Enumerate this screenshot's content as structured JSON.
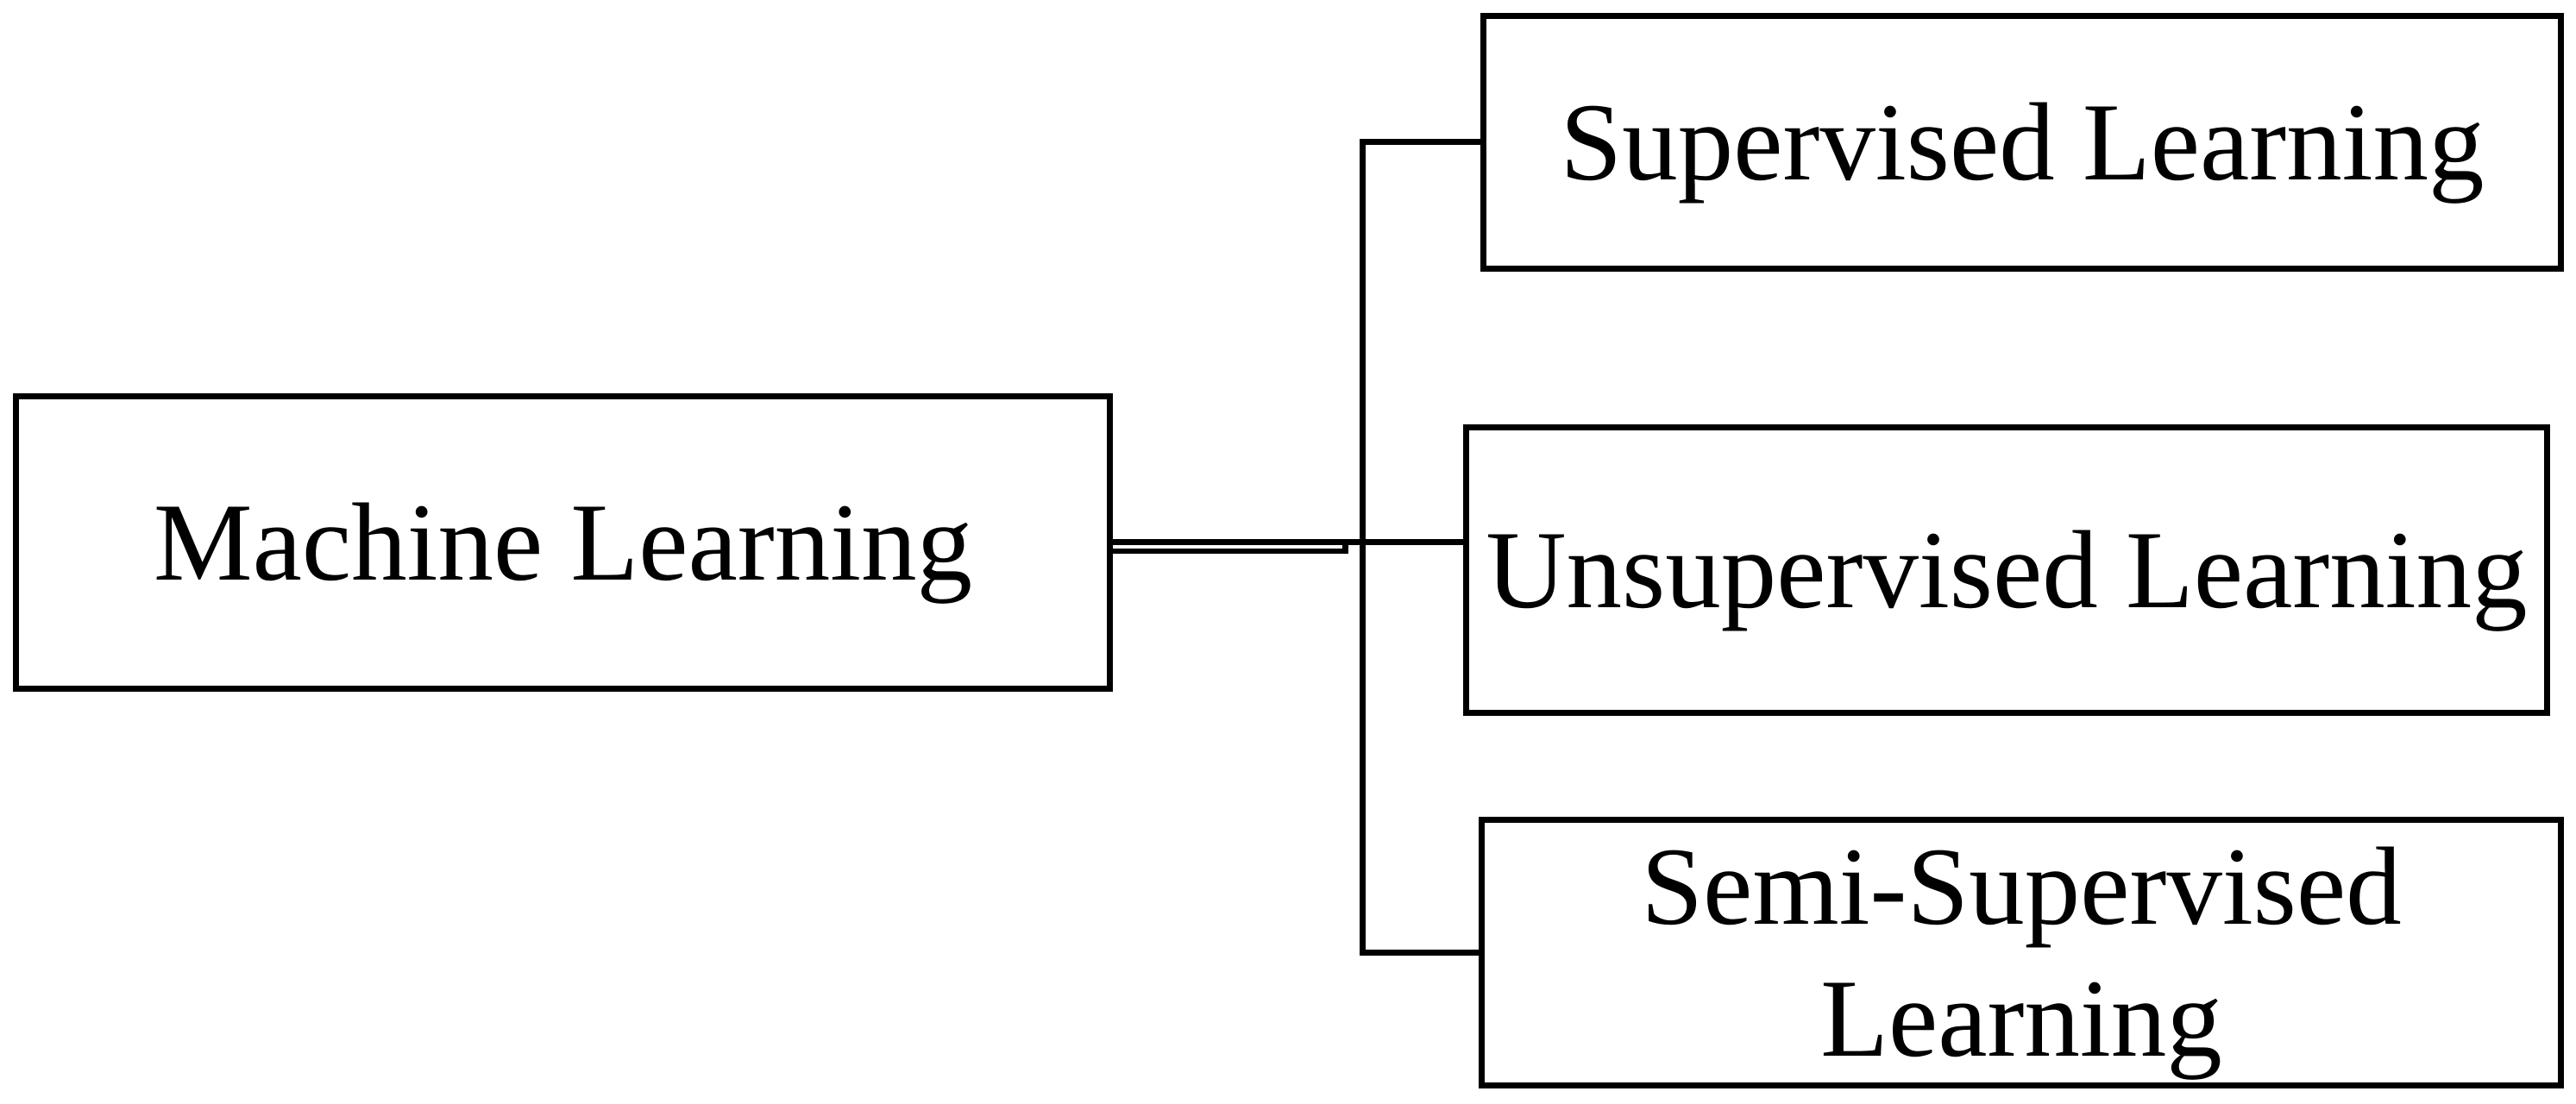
{
  "colors": {
    "background": "#ffffff",
    "box_fill": "#ffffff",
    "box_border": "#000000",
    "text": "#000000",
    "line": "#000000"
  },
  "nodes": {
    "root": {
      "label": "Machine Learning"
    },
    "children": [
      {
        "label": "Supervised Learning"
      },
      {
        "label": "Unsupervised Learning"
      },
      {
        "label": "Semi-Supervised Learning"
      }
    ]
  },
  "edges": [
    {
      "from": "Machine Learning",
      "to": "Supervised Learning"
    },
    {
      "from": "Machine Learning",
      "to": "Unsupervised Learning"
    },
    {
      "from": "Machine Learning",
      "to": "Semi-Supervised Learning"
    }
  ]
}
